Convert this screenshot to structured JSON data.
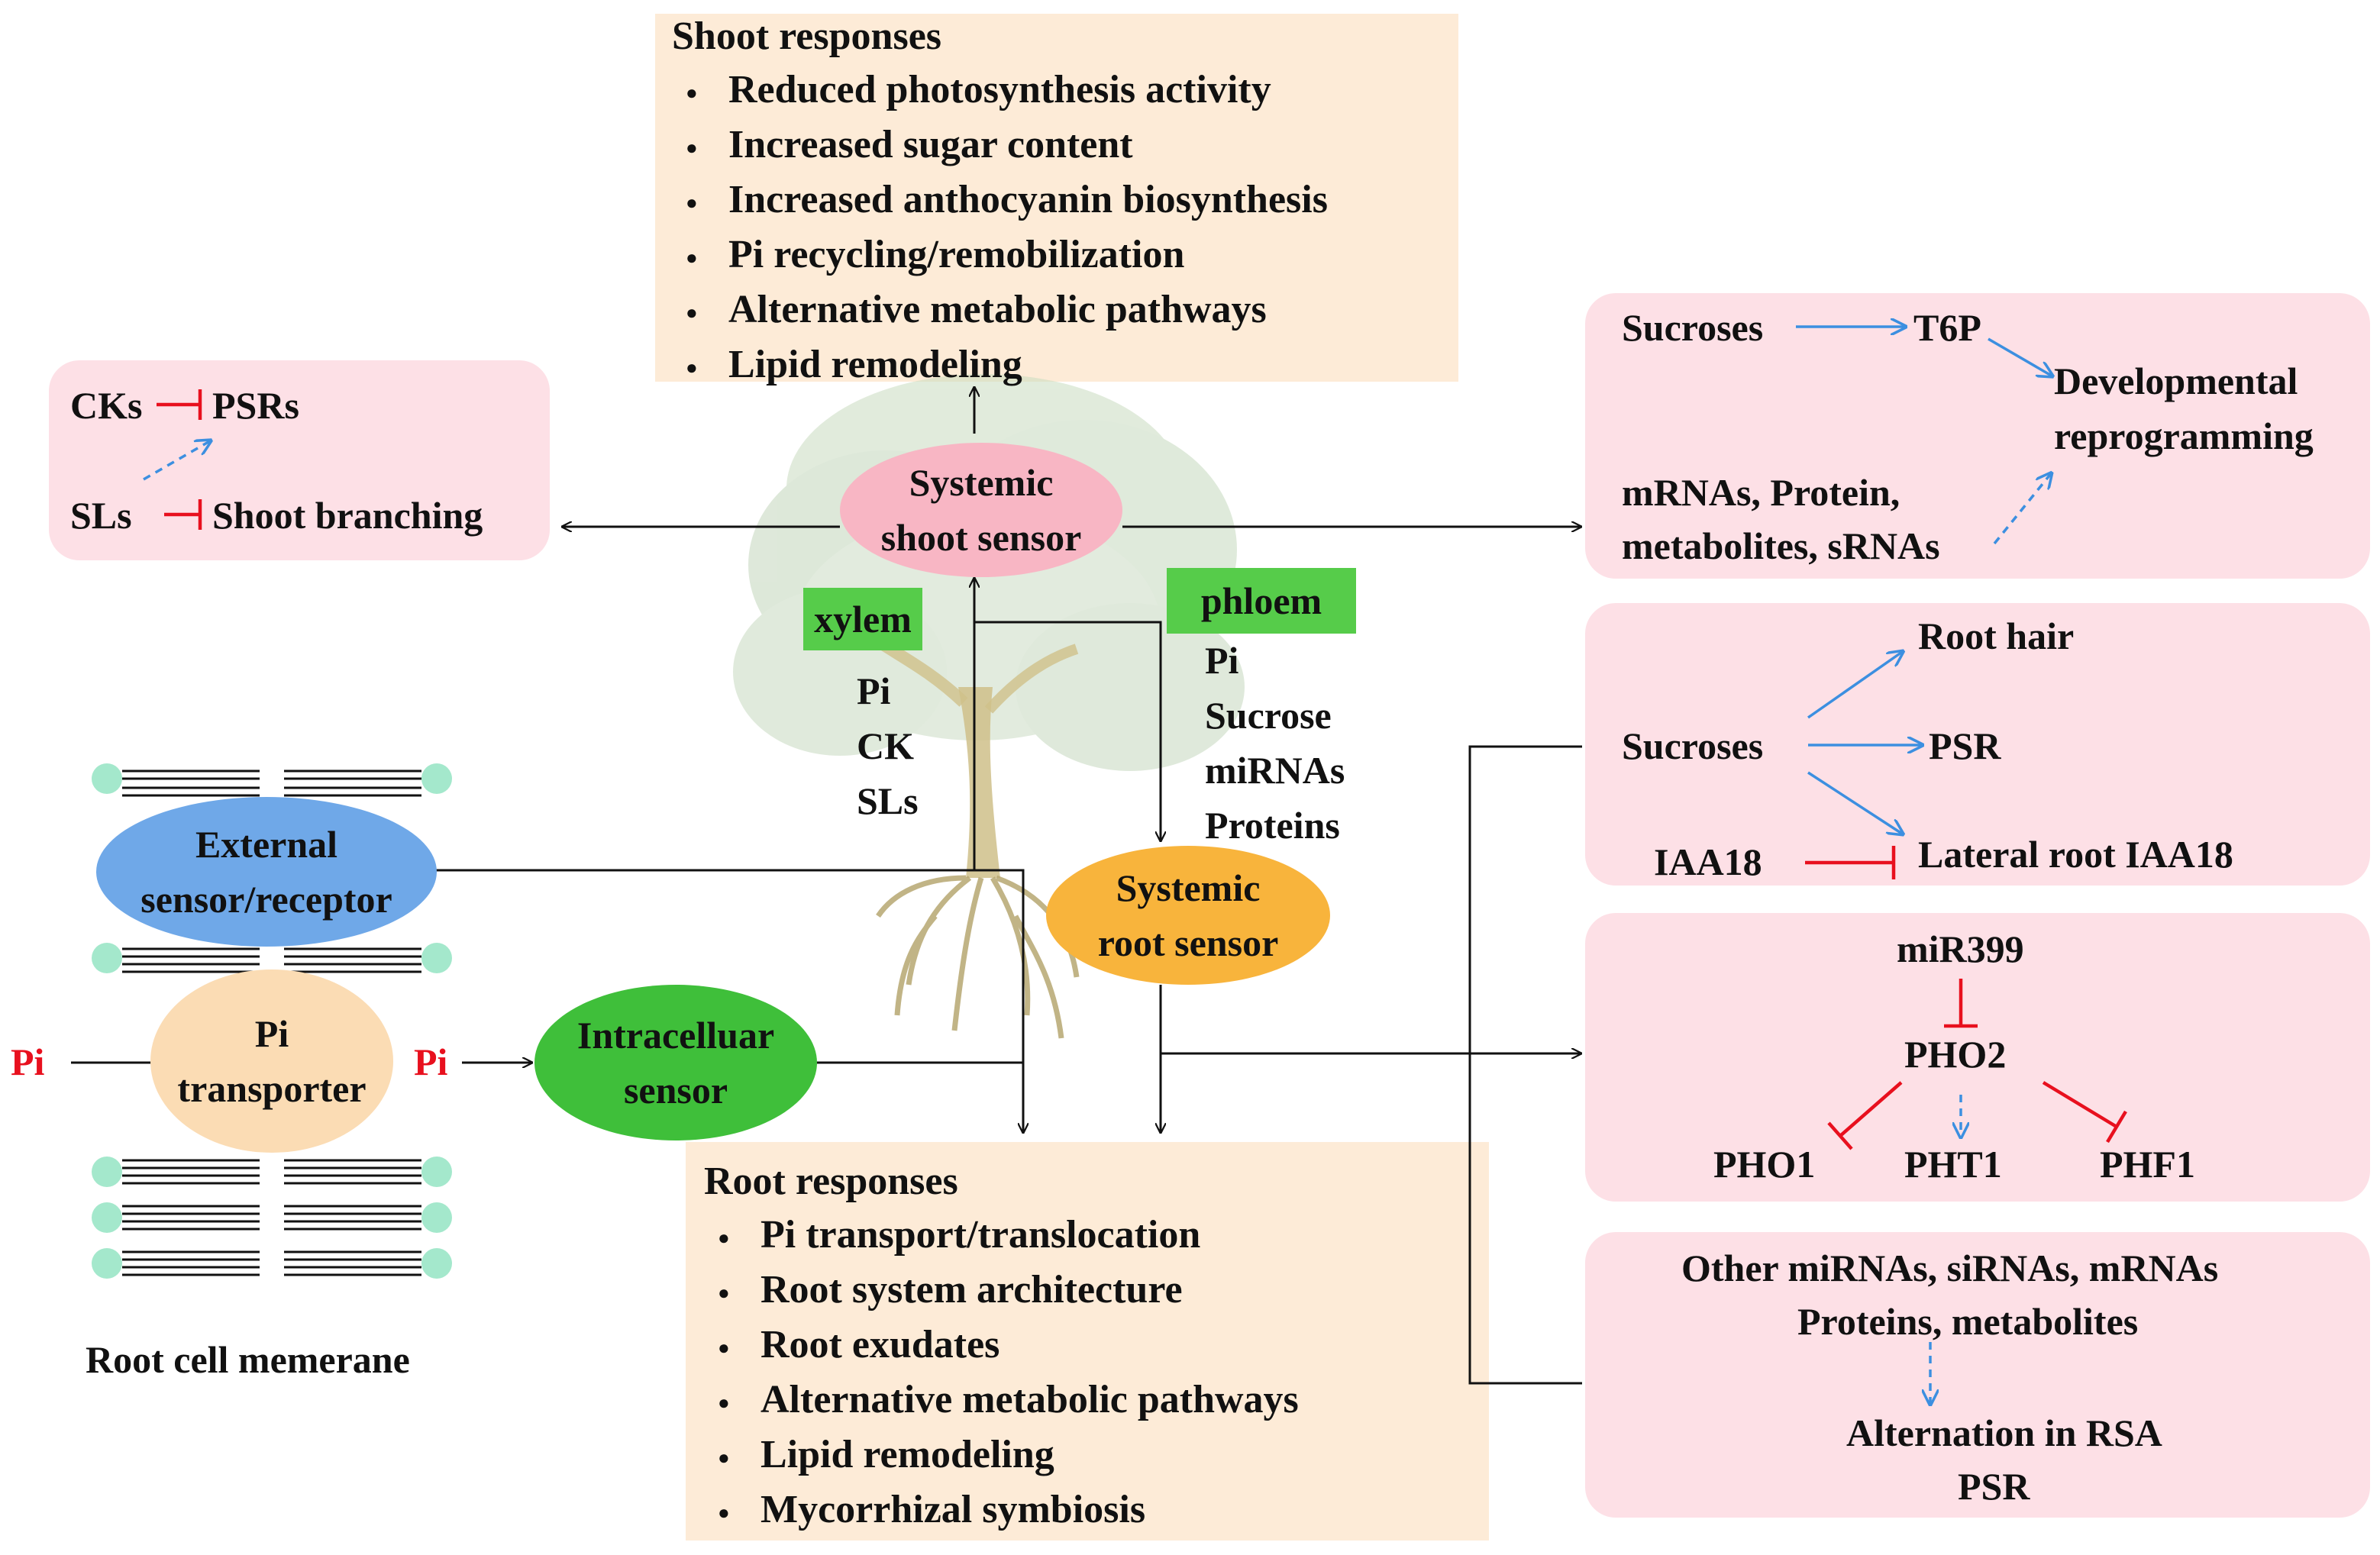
{
  "shoot_responses": {
    "title": "Shoot responses",
    "items": [
      "Reduced photosynthesis activity",
      "Increased sugar content",
      "Increased anthocyanin biosynthesis",
      "Pi recycling/remobilization",
      "Alternative metabolic pathways",
      "Lipid remodeling"
    ]
  },
  "root_responses": {
    "title": "Root responses",
    "items": [
      "Pi transport/translocation",
      "Root system architecture",
      "Root exudates",
      "Alternative metabolic pathways",
      "Lipid remodeling",
      "Mycorrhizal symbiosis"
    ]
  },
  "cks_box": {
    "cks": "CKs",
    "psrs": "PSRs",
    "sls": "SLs",
    "shoot_branching": "Shoot branching"
  },
  "shoot_sensor": {
    "line1": "Systemic",
    "line2": "shoot sensor"
  },
  "root_sensor": {
    "line1": "Systemic",
    "line2": "root sensor"
  },
  "xylem": {
    "label": "xylem",
    "items": [
      "Pi",
      "CK",
      "SLs"
    ]
  },
  "phloem": {
    "label": "phloem",
    "items": [
      "Pi",
      "Sucrose",
      "miRNAs",
      "Proteins"
    ]
  },
  "external_sensor": {
    "line1": "External",
    "line2": "sensor/receptor"
  },
  "pi_transporter": {
    "line1": "Pi",
    "line2": "transporter"
  },
  "intracellular_sensor": {
    "line1": "Intracelluar",
    "line2": "sensor"
  },
  "pi_outside": "Pi",
  "pi_inside": "Pi",
  "membrane_caption": "Root cell memerane",
  "t6p_box": {
    "sucroses": "Sucroses",
    "t6p": "T6P",
    "dev1": "Developmental",
    "dev2": "reprogramming",
    "mrnas1": "mRNAs, Protein,",
    "mrnas2": "metabolites, sRNAs"
  },
  "roothair_box": {
    "root_hair": "Root hair",
    "sucroses": "Sucroses",
    "psr": "PSR",
    "iaa18": "IAA18",
    "lateral_root": "Lateral root IAA18"
  },
  "mir399_box": {
    "mir399": "miR399",
    "pho2": "PHO2",
    "pho1": "PHO1",
    "pht1": "PHT1",
    "phf1": "PHF1"
  },
  "other_box": {
    "line1": "Other miRNAs, siRNAs, mRNAs",
    "line2": "Proteins, metabolites",
    "line3": "Alternation in RSA",
    "line4": "PSR"
  },
  "colors": {
    "pink_box": "#fde0e6",
    "peach_box": "#fdebd7",
    "blue_arrow": "#3c8fe0",
    "red_inhibit": "#e8101e",
    "green_tag": "#56cc4a",
    "pink_ellipse": "#f8b6c4",
    "orange_ellipse": "#f8b43c",
    "blue_ellipse": "#6fa8e8",
    "green_ellipse": "#3fbf3a",
    "beige_ellipse": "#fbdcb4",
    "membrane_head": "#a4e8cc"
  }
}
